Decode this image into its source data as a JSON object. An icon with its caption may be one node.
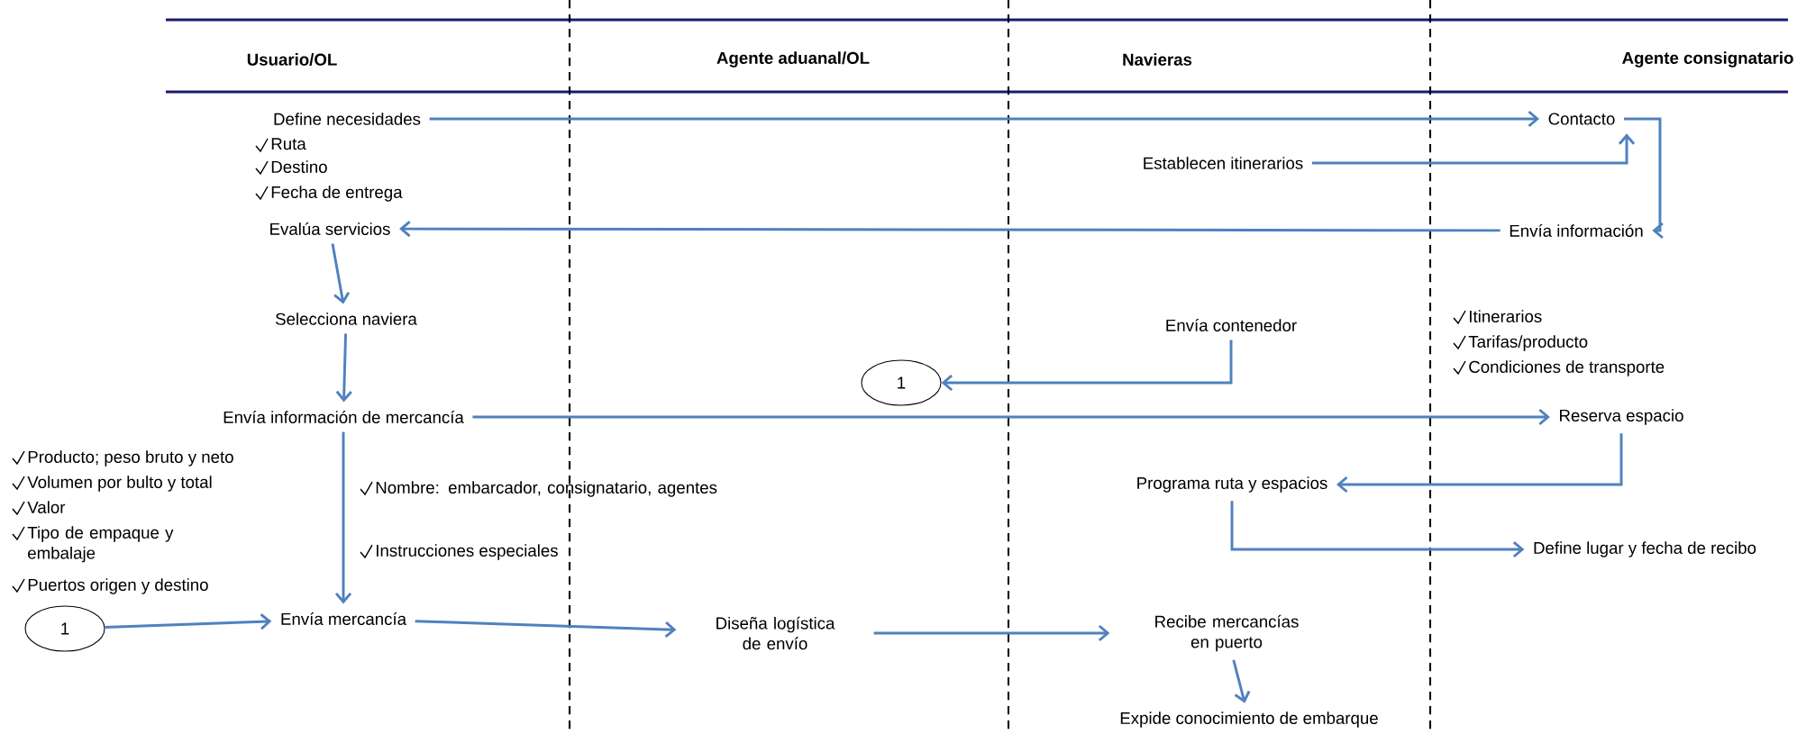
{
  "diagram": {
    "nodes": [
      {
        "text": [
          "Define necesidades"
        ]
      },
      {
        "text": [
          "Contacto"
        ]
      },
      {
        "text": [
          "Establecen itinerarios"
        ]
      },
      {
        "text": [
          "Evalúa servicios"
        ]
      },
      {
        "text": [
          "Envía información"
        ]
      },
      {
        "text": [
          "Selecciona naviera"
        ]
      },
      {
        "text": [
          "Envía contenedor"
        ]
      },
      {
        "text": [
          "1"
        ]
      },
      {
        "text": [
          "Envía información de mercancía"
        ]
      },
      {
        "text": [
          "Reserva espacio"
        ]
      },
      {
        "text": [
          "Programa ruta y espacios"
        ]
      },
      {
        "text": [
          "Define lugar y fecha de recibo"
        ]
      },
      {
        "text": [
          "Envía mercancía"
        ]
      },
      {
        "text": [
          "1"
        ]
      },
      {
        "text": [
          "Diseña logística de envío"
        ]
      },
      {
        "text": [
          "Recibe mercancías en puerto"
        ]
      },
      {
        "text": [
          "Expide conocimiento de embarque"
        ]
      }
    ],
    "edges": [
      {
        "from": 0,
        "to": 1,
        "arrow": "to"
      },
      {
        "from": 2,
        "to": 1,
        "arrow": "to"
      },
      {
        "from": 1,
        "to": 4,
        "arrow": "to"
      },
      {
        "from": 4,
        "to": 3,
        "arrow": "to"
      },
      {
        "from": 3,
        "to": 5,
        "arrow": "to"
      },
      {
        "from": 5,
        "to": 8,
        "arrow": "to"
      },
      {
        "from": 6,
        "to": 7,
        "arrow": "to"
      },
      {
        "from": 8,
        "to": 9,
        "arrow": "to"
      },
      {
        "from": 8,
        "to": 12,
        "arrow": "to"
      },
      {
        "from": 9,
        "to": 10,
        "arrow": "to"
      },
      {
        "from": 10,
        "to": 11,
        "arrow": "to"
      },
      {
        "from": 13,
        "to": 12,
        "arrow": "to"
      },
      {
        "from": 12,
        "to": 14,
        "arrow": "to"
      },
      {
        "from": 14,
        "to": 15,
        "arrow": "to"
      },
      {
        "from": 15,
        "to": 16,
        "arrow": "to"
      }
    ],
    "labels": [
      "Usuario/OL",
      "Agente aduanal/OL",
      "Navieras",
      "Agente consignatario",
      "Ruta",
      "Destino",
      "Fecha de entrega",
      "Itinerarios",
      "Tarifas/producto",
      "Condiciones de transporte",
      "Producto; peso bruto y neto",
      "Volumen por bulto y total",
      "Valor",
      "Tipo de empaque y embalaje",
      "Puertos origen y destino",
      "Nombre: embarcador, consignatario, agentes",
      "Instrucciones especiales"
    ]
  }
}
